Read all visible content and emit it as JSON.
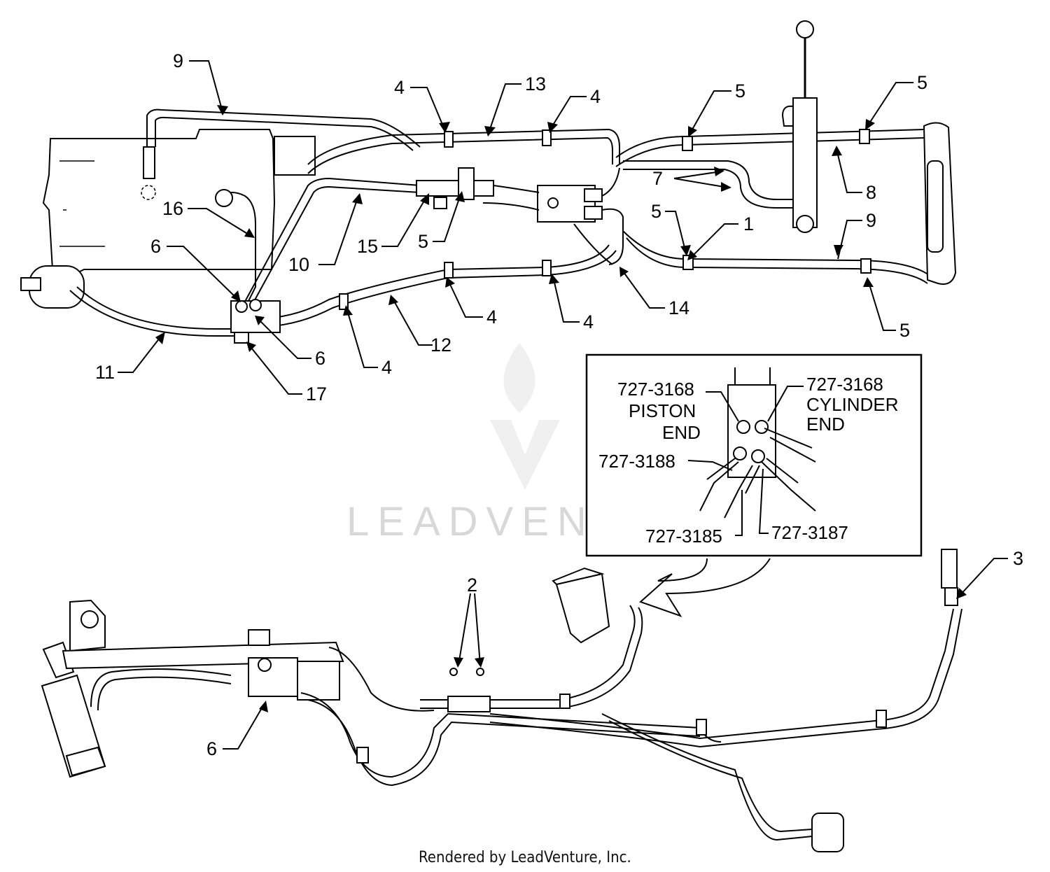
{
  "footer": {
    "text": "Rendered by LeadVenture, Inc."
  },
  "watermark": {
    "text": "LEADVENTURE"
  },
  "callouts": [
    {
      "id": "c9a",
      "label": "9"
    },
    {
      "id": "c4a",
      "label": "4"
    },
    {
      "id": "c13",
      "label": "13"
    },
    {
      "id": "c4b",
      "label": "4"
    },
    {
      "id": "c5a",
      "label": "5"
    },
    {
      "id": "c5b",
      "label": "5"
    },
    {
      "id": "c7",
      "label": "7"
    },
    {
      "id": "c8",
      "label": "8"
    },
    {
      "id": "c5c",
      "label": "5"
    },
    {
      "id": "c1",
      "label": "1"
    },
    {
      "id": "c9b",
      "label": "9"
    },
    {
      "id": "c16",
      "label": "16"
    },
    {
      "id": "c6a",
      "label": "6"
    },
    {
      "id": "c10",
      "label": "10"
    },
    {
      "id": "c15",
      "label": "15"
    },
    {
      "id": "c5d",
      "label": "5"
    },
    {
      "id": "c14",
      "label": "14"
    },
    {
      "id": "c4c",
      "label": "4"
    },
    {
      "id": "c4d",
      "label": "4"
    },
    {
      "id": "c5e",
      "label": "5"
    },
    {
      "id": "c11",
      "label": "11"
    },
    {
      "id": "c6b",
      "label": "6"
    },
    {
      "id": "c12",
      "label": "12"
    },
    {
      "id": "c4e",
      "label": "4"
    },
    {
      "id": "c17",
      "label": "17"
    },
    {
      "id": "c2",
      "label": "2"
    },
    {
      "id": "c3",
      "label": "3"
    },
    {
      "id": "c6c",
      "label": "6"
    }
  ],
  "inset": {
    "piston_part": "727-3168",
    "piston_line1": "PISTON",
    "piston_line2": "END",
    "cylinder_part": "727-3168",
    "cylinder_line1": "CYLINDER",
    "cylinder_line2": "END",
    "part_3188": "727-3188",
    "part_3185": "727-3185",
    "part_3187": "727-3187"
  }
}
